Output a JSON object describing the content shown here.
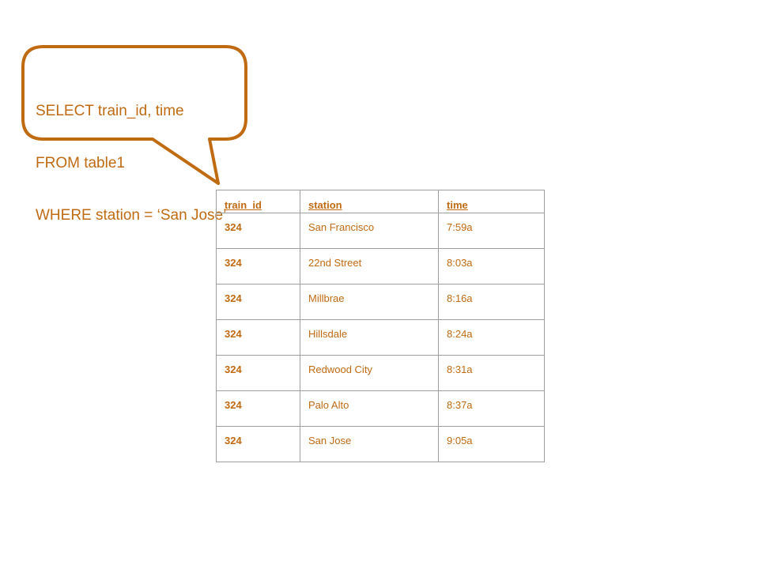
{
  "callout": {
    "lines": [
      "SELECT train_id, time",
      "FROM table1",
      "WHERE station = ‘San Jose’"
    ],
    "accent_color": "#c06a12"
  },
  "table": {
    "columns": [
      "train_id",
      "station",
      "time"
    ],
    "rows": [
      [
        "324",
        "San Francisco",
        "7:59a"
      ],
      [
        "324",
        "22nd Street",
        "8:03a"
      ],
      [
        "324",
        "Millbrae",
        "8:16a"
      ],
      [
        "324",
        "Hillsdale",
        "8:24a"
      ],
      [
        "324",
        "Redwood City",
        "8:31a"
      ],
      [
        "324",
        "Palo Alto",
        "8:37a"
      ],
      [
        "324",
        "San Jose",
        "9:05a"
      ]
    ],
    "border_color": "#9e9e9e"
  }
}
